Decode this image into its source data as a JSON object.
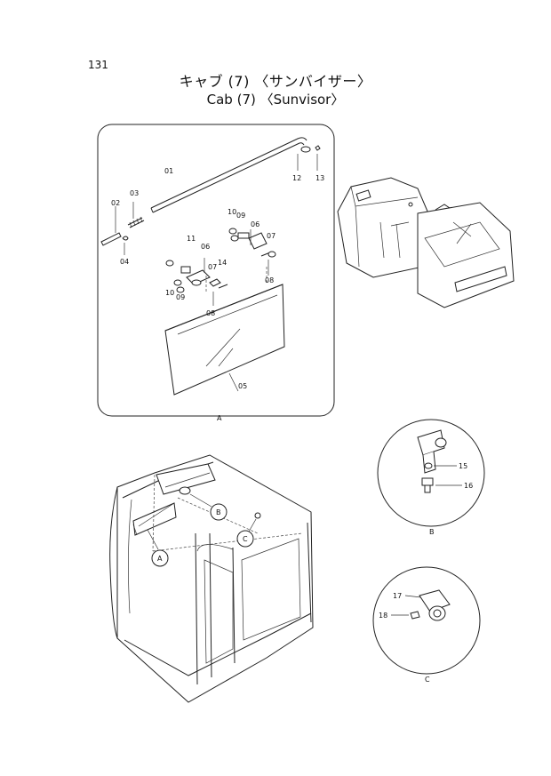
{
  "header": {
    "page_number": "131",
    "title_jp": "キャブ (7) 〈サンバイザー〉",
    "title_en": "Cab (7) 〈Sunvisor〉"
  },
  "detail_A": {
    "frame_label": "A",
    "parts": [
      {
        "id": "01",
        "label": "01"
      },
      {
        "id": "02",
        "label": "02"
      },
      {
        "id": "03",
        "label": "03"
      },
      {
        "id": "04",
        "label": "04"
      },
      {
        "id": "05",
        "label": "05"
      },
      {
        "id": "06a",
        "label": "06"
      },
      {
        "id": "06b",
        "label": "06"
      },
      {
        "id": "07a",
        "label": "07"
      },
      {
        "id": "07b",
        "label": "07"
      },
      {
        "id": "08a",
        "label": "08"
      },
      {
        "id": "08b",
        "label": "08"
      },
      {
        "id": "09a",
        "label": "09"
      },
      {
        "id": "09b",
        "label": "09"
      },
      {
        "id": "10a",
        "label": "10"
      },
      {
        "id": "10b",
        "label": "10"
      },
      {
        "id": "11",
        "label": "11"
      },
      {
        "id": "12",
        "label": "12"
      },
      {
        "id": "13",
        "label": "13"
      },
      {
        "id": "14",
        "label": "14"
      }
    ]
  },
  "detail_B": {
    "frame_label": "B",
    "parts": [
      {
        "id": "15",
        "label": "15"
      },
      {
        "id": "16",
        "label": "16"
      }
    ]
  },
  "detail_C": {
    "frame_label": "C",
    "parts": [
      {
        "id": "17",
        "label": "17"
      },
      {
        "id": "18",
        "label": "18"
      }
    ]
  },
  "cab_callouts": {
    "a": "A",
    "b": "B",
    "c": "C"
  }
}
